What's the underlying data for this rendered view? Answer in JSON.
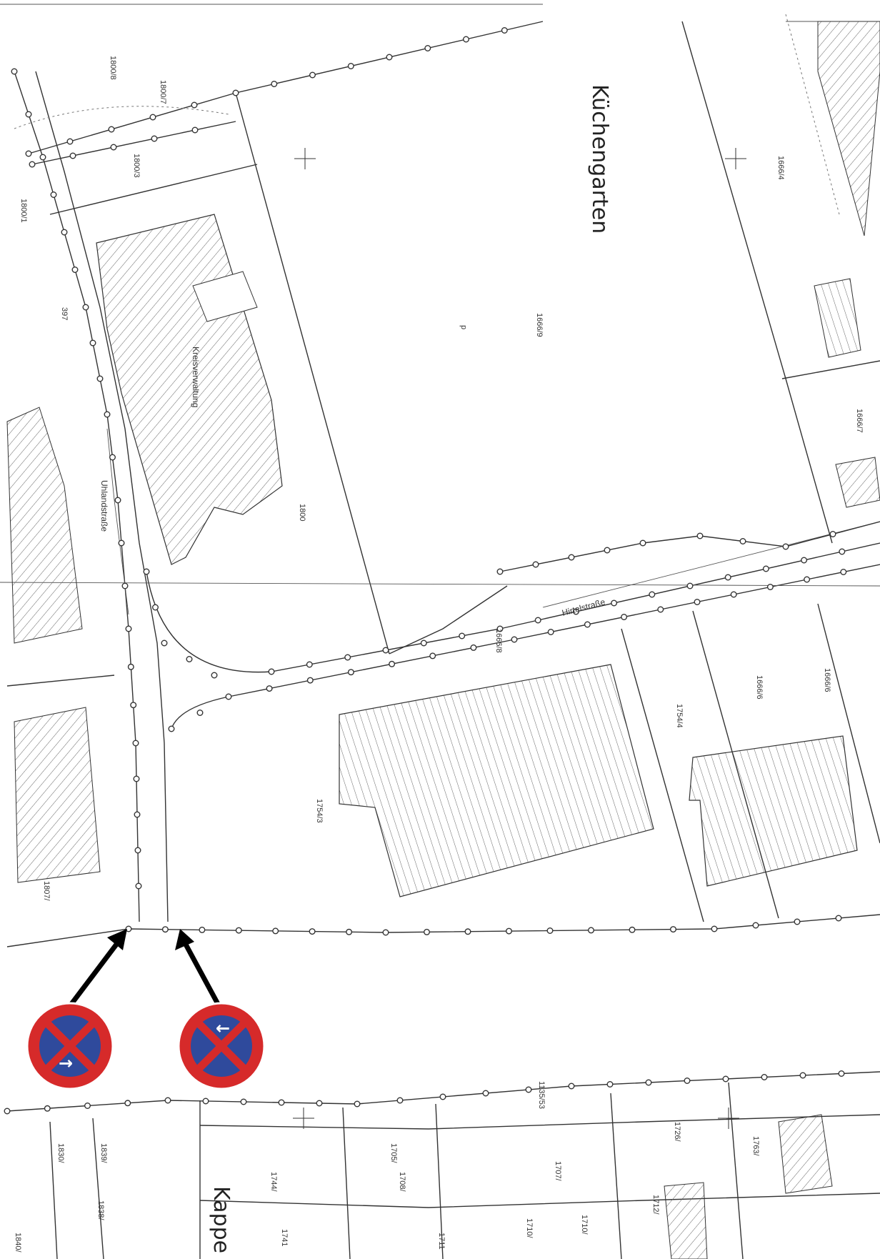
{
  "map": {
    "place_label": "Küchengarten",
    "street_uhland": "Uhlandstraße",
    "street_hirschel": "Hirtelstraße",
    "building_label": "Kreisverwaltung",
    "street_kappel": "Kappe",
    "parcels": {
      "p1800_8": "1800/8",
      "p1800_7": "1800/7",
      "p1800_3": "1800/3",
      "p1800_1": "1800/1",
      "p1800_c": "1800",
      "p1666_4": "1666/4",
      "p1666_9": "1666/9",
      "p1666_8": "1666/8",
      "p1666_7": "1666/7",
      "p1666_6": "1666/6",
      "p1754_4": "1754/4",
      "p1754_3": "1754/3",
      "p1807": "1807/",
      "p1135_53": "1135/53",
      "p1705": "1705/",
      "p1707": "1707/",
      "p1708": "1708/",
      "p1710": "1710/",
      "p1712": "1712/",
      "p1711": "1711",
      "p1741": "1741",
      "p1763": "1763/",
      "p1726": "1726/",
      "p1830": "1830/",
      "p1839": "1839/",
      "p1838": "1838/",
      "p1840": "1840/",
      "p1744": "1744/",
      "pt_p": "p",
      "pt_397": "397"
    }
  },
  "signs": [
    {
      "name": "no-stopping-sign-left",
      "arrow": "→"
    },
    {
      "name": "no-stopping-sign-right",
      "arrow": "←"
    }
  ],
  "colors": {
    "sign_red": "#d62a2a",
    "sign_blue": "#2f4a9c",
    "line": "#333333",
    "hatch": "#666666"
  }
}
